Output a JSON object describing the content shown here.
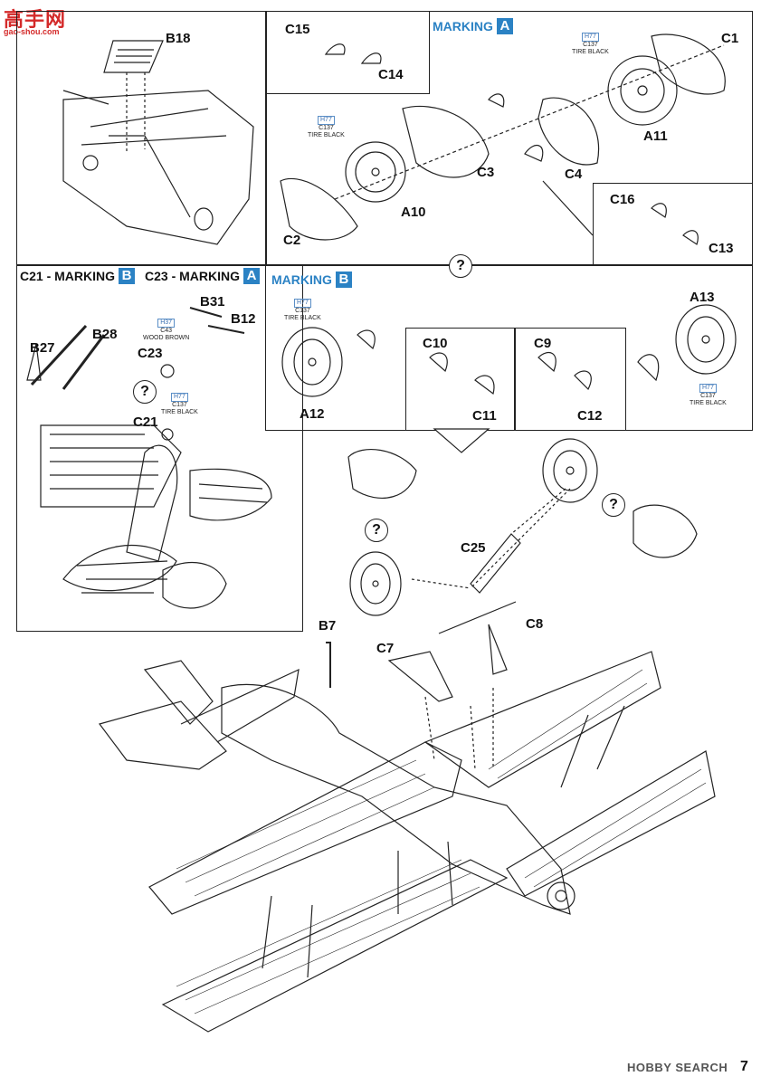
{
  "watermark": {
    "title": "高手网",
    "url": "gao-shou.com"
  },
  "footer": {
    "logo": "HOBBY SEARCH",
    "page_number": "7"
  },
  "markings": {
    "marking_a": "MARKING A",
    "marking_b": "MARKING B",
    "c21_marking": "C21 - MARKING B",
    "c23_marking": "C23 - MARKING A"
  },
  "paint_callouts": {
    "tire_black": {
      "code1": "H77",
      "code2": "C137",
      "name": "TIRE BLACK"
    },
    "wood_brown": {
      "code1": "H37",
      "code2": "C43",
      "name": "WOOD BROWN"
    }
  },
  "part_labels": {
    "B18": "B18",
    "C15": "C15",
    "C14": "C14",
    "C1": "C1",
    "A11": "A11",
    "C3": "C3",
    "C4": "C4",
    "A10": "A10",
    "C2": "C2",
    "C16": "C16",
    "C13": "C13",
    "B31": "B31",
    "B12": "B12",
    "B27": "B27",
    "B28": "B28",
    "C23": "C23",
    "C21": "C21",
    "A13": "A13",
    "A12": "A12",
    "C10": "C10",
    "C11": "C11",
    "C9": "C9",
    "C12": "C12",
    "C25": "C25",
    "C8": "C8",
    "B7": "B7",
    "C7": "C7"
  },
  "question_mark": "?"
}
